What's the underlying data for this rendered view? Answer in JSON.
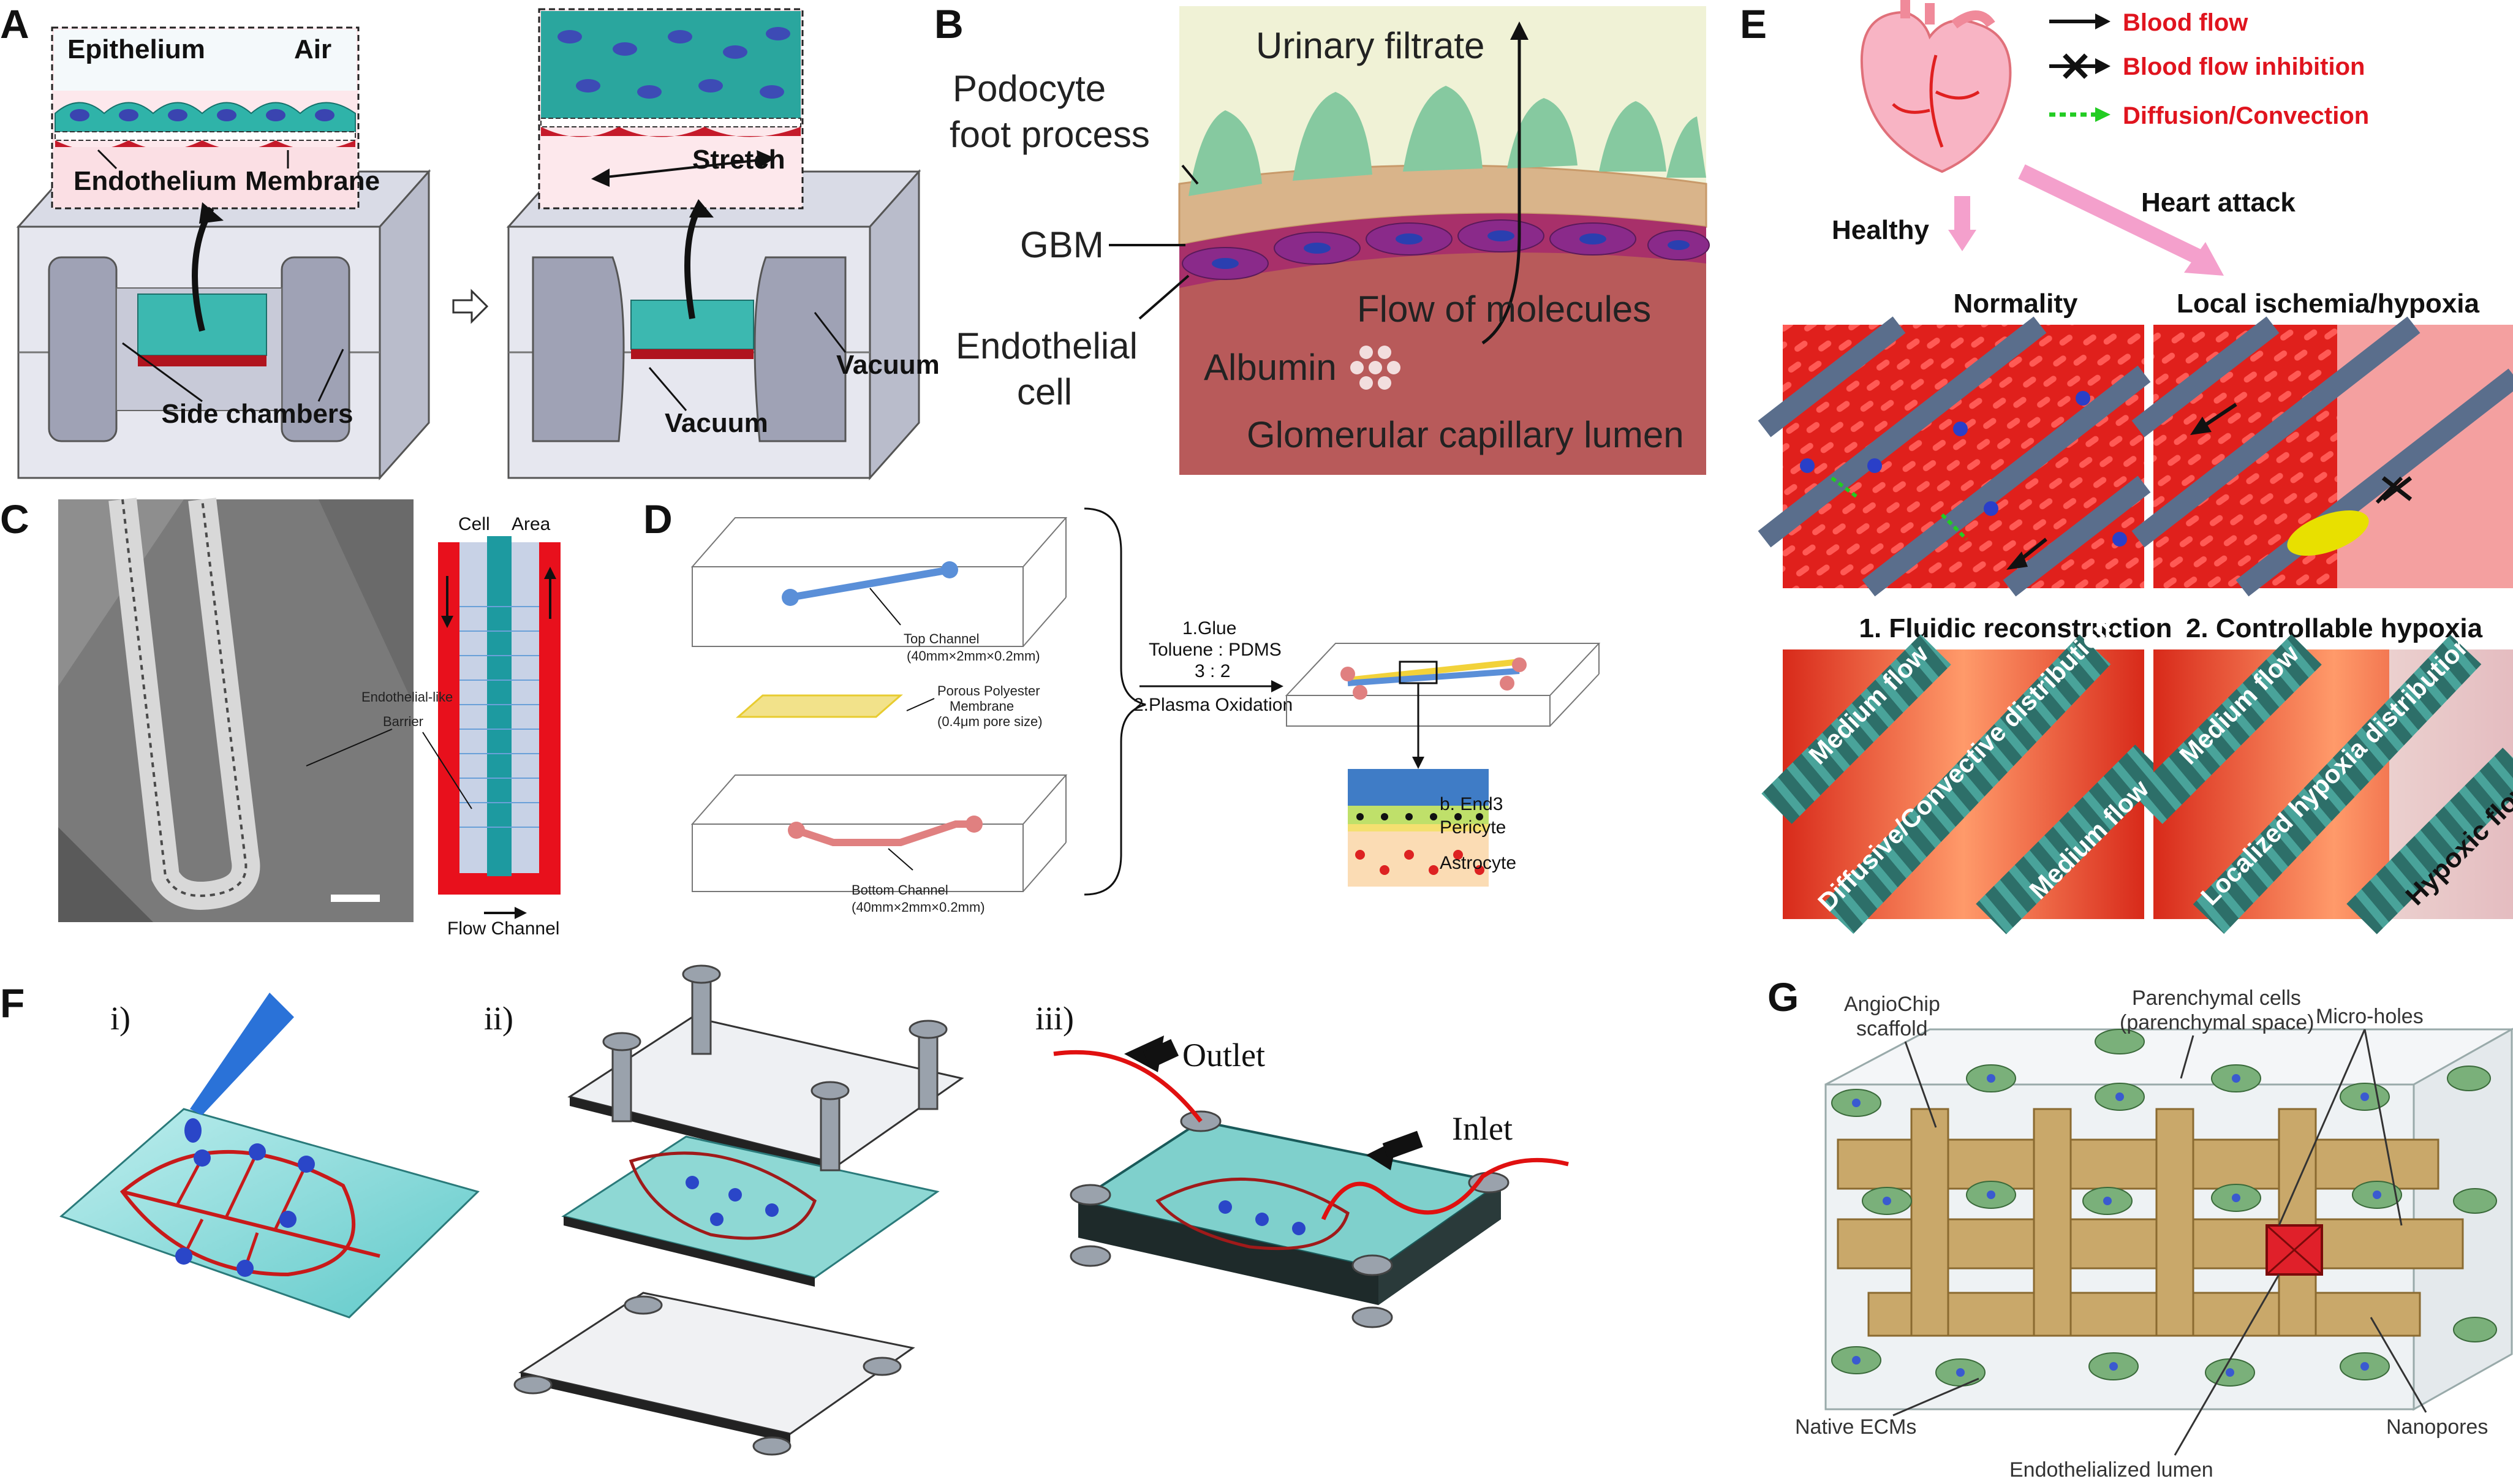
{
  "panels": {
    "A": {
      "letter": "A",
      "epithelium": "Epithelium",
      "air": "Air",
      "endothelium": "Endothelium",
      "membrane": "Membrane",
      "stretch": "Stretch",
      "side_chambers": "Side chambers",
      "vacuum_left": "Vacuum",
      "vacuum_right": "Vacuum"
    },
    "B": {
      "letter": "B",
      "urinary_filtrate": "Urinary filtrate",
      "podocyte_line1": "Podocyte",
      "podocyte_line2": "foot process",
      "gbm": "GBM",
      "endothelial_line1": "Endothelial",
      "endothelial_line2": "cell",
      "flow_of_molecules": "Flow of molecules",
      "albumin": "Albumin",
      "glomerular": "Glomerular capillary lumen"
    },
    "C": {
      "letter": "C",
      "cell": "Cell",
      "area": "Area",
      "endothelial_like": "Endothelial-like",
      "barrier": "Barrier",
      "flow_channel": "Flow Channel"
    },
    "D": {
      "letter": "D",
      "top_channel": "Top Channel",
      "top_dims": "(40mm×2mm×0.2mm)",
      "porous_line1": "Porous Polyester",
      "porous_line2": "Membrane",
      "porous_line3": "(0.4μm pore size)",
      "bottom_channel": "Bottom Channel",
      "bottom_dims": "(40mm×2mm×0.2mm)",
      "step1": "1.Glue",
      "toluene": "Toluene : PDMS",
      "ratio": "3 : 2",
      "step2": "2.Plasma Oxidation",
      "layer1": "b. End3",
      "layer2": "Pericyte",
      "layer3": "Astrocyte"
    },
    "E": {
      "letter": "E",
      "legend_blood_flow": "Blood flow",
      "legend_inhibition": "Blood flow inhibition",
      "legend_diffusion": "Diffusion/Convection",
      "healthy": "Healthy",
      "heart_attack": "Heart attack",
      "normality": "Normality",
      "ischemia": "Local ischemia/hypoxia",
      "fluidic": "1. Fluidic reconstruction",
      "controllable": "2. Controllable hypoxia",
      "medium_flow": "Medium flow",
      "diffusive": "Diffusive/Convective distribution",
      "localized": "Localized hypoxia distribution",
      "hypoxic_flow": "Hypoxic flow"
    },
    "F": {
      "letter": "F",
      "i": "i)",
      "ii": "ii)",
      "iii": "iii)",
      "outlet": "Outlet",
      "inlet": "Inlet"
    },
    "G": {
      "letter": "G",
      "parenchymal_line1": "Parenchymal cells",
      "parenchymal_line2": "(parenchymal space)",
      "angiochip_line1": "AngioChip",
      "angiochip_line2": "scaffold",
      "micro_holes": "Micro-holes",
      "native_ecms": "Native ECMs",
      "nanopores": "Nanopores",
      "endothelized": "Endothelialized lumen"
    }
  },
  "colors": {
    "red": "#e0141e",
    "teal": "#1b8a8a",
    "podocyte_green": "#86c9a0",
    "capillary": "#b85a5a",
    "gbm": "#d9b48a",
    "urinary_bg": "#f0f2d6",
    "scaffold": "#c9a86a"
  }
}
